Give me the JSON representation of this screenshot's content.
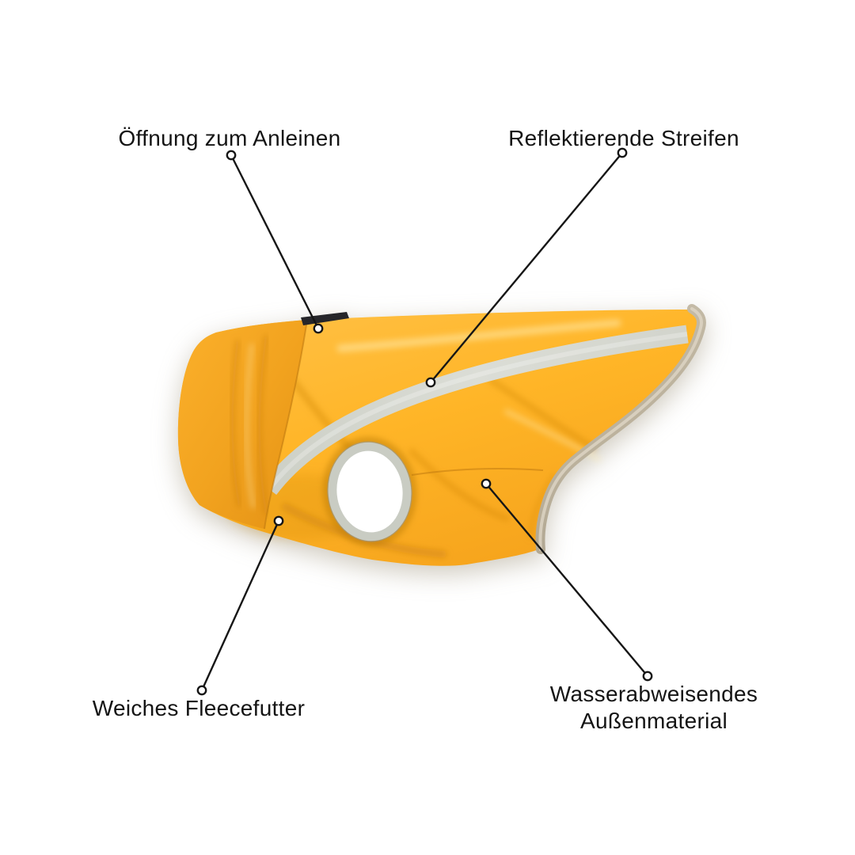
{
  "page": {
    "background": "#ffffff",
    "description_of_graphic": "Side view of a yellow dog raincoat with reflective stripe, leg hole, leash opening tab and beige edge trim"
  },
  "annotations": [
    {
      "id": "leash-opening",
      "label": "Öffnung zum Anleinen"
    },
    {
      "id": "reflective-stripes",
      "label": "Reflektierende Streifen"
    },
    {
      "id": "fleece-lining",
      "label": "Weiches Fleecefutter"
    },
    {
      "id": "outer-material",
      "label": "Wasserabweisendes Außenmaterial"
    }
  ],
  "colors": {
    "jacket_yellow": "#FFB527",
    "jacket_yellow_light": "#FFC449",
    "jacket_yellow_dark": "#EF9D16",
    "reflective_stripe_grey": "#D6D8D0",
    "edge_trim_beige": "#C1B7A3",
    "leg_hole_trim_grey": "#C9CCC3",
    "leash_tab_black": "#26262A",
    "annotation_line_black": "#161616",
    "label_text": "#141414"
  }
}
